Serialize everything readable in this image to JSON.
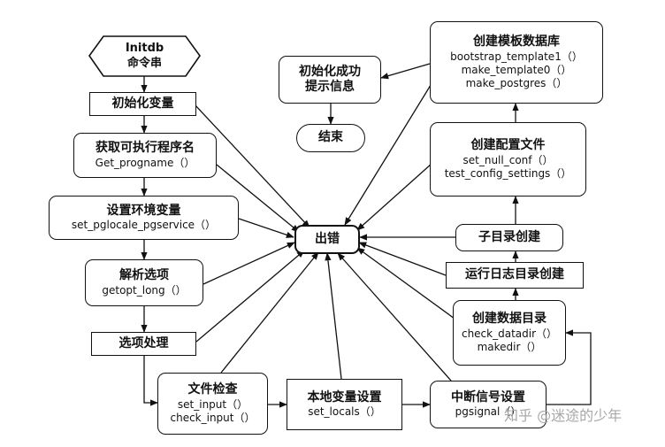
{
  "nodes": {
    "initdb_cmd": {
      "line1": "Initdb",
      "line2": "命令串"
    },
    "init_vars": {
      "title": "初始化变量"
    },
    "get_progname": {
      "title": "获取可执行程序名",
      "func": "Get_progname（）"
    },
    "set_env": {
      "title": "设置环境变量",
      "func": "set_pglocale_pgservice（）"
    },
    "parse_opts": {
      "title": "解析选项",
      "func": "getopt_long（）"
    },
    "handle_opts": {
      "title": "选项处理"
    },
    "file_check": {
      "title": "文件检查",
      "func1": "set_input（）",
      "func2": "check_input（）"
    },
    "locals": {
      "title": "本地变量设置",
      "func": "set_locals（）"
    },
    "signal": {
      "title": "中断信号设置",
      "func": "pgsignal（）"
    },
    "create_datadir": {
      "title": "创建数据目录",
      "func1": "check_datadir（）",
      "func2": "makedir（）"
    },
    "log_dir": {
      "title": "运行日志目录创建"
    },
    "subdir": {
      "title": "子目录创建"
    },
    "config": {
      "title": "创建配置文件",
      "func1": "set_null_conf（）",
      "func2": "test_config_settings（）"
    },
    "template_db": {
      "title": "创建模板数据库",
      "func1": "bootstrap_template1（）",
      "func2": "make_template0（）",
      "func3": "make_postgres（）"
    },
    "success": {
      "line1": "初始化成功",
      "line2": "提示信息"
    },
    "end": {
      "title": "结束"
    },
    "error": {
      "title": "出错"
    }
  },
  "watermark": "知乎 @迷途的少年"
}
